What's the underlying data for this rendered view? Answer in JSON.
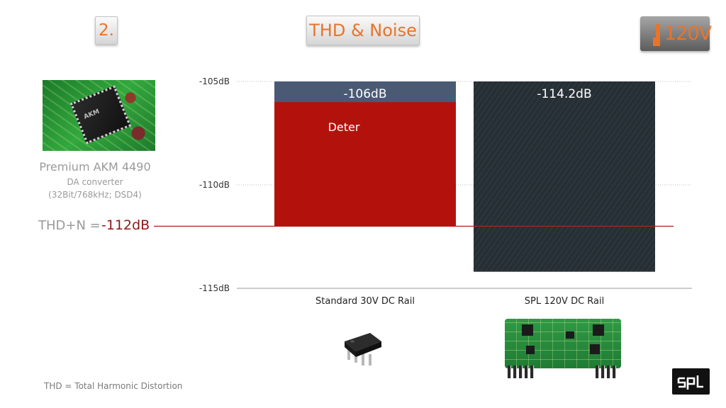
{
  "header": {
    "step": "2.",
    "title": "THD & Noise",
    "logo_text": "120V"
  },
  "colors": {
    "accent_orange": "#e8742a",
    "standard_bar_red": "#b3120c",
    "standard_bar_top": "#4a5a73",
    "spl_bar_dark": "#262f34",
    "threshold_line": "#b32020",
    "text_gray": "#9a9a9a"
  },
  "dac": {
    "title": "Premium AKM 4490",
    "subtitle1": "DA converter",
    "subtitle2": "(32Bit/768kHz; DSD4)",
    "chip_marking": "AKM"
  },
  "threshold": {
    "label": "THD+N =",
    "value_text": "-112dB"
  },
  "chart_data": {
    "type": "bar",
    "categories": [
      "Standard 30V DC Rail",
      "SPL 120V DC Rail"
    ],
    "yaxis_ticks": [
      "-105dB",
      "-110dB",
      "-115dB"
    ],
    "ylim": [
      -115,
      -105
    ],
    "series": [
      {
        "values": [
          -106,
          -114.2
        ],
        "labels": [
          "-106dB",
          "-114.2dB"
        ]
      }
    ],
    "standard_overlay": {
      "from": -106,
      "to": -112,
      "label": "Deter"
    },
    "threshold_value": -112,
    "grid": "dotted horizontal at ticks"
  },
  "footnote": "THD = Total Harmonic Distortion",
  "icons": [
    "op-amp-chip-icon",
    "psu-circuit-board-icon",
    "spl-logo-icon",
    "120v-logo-icon"
  ]
}
